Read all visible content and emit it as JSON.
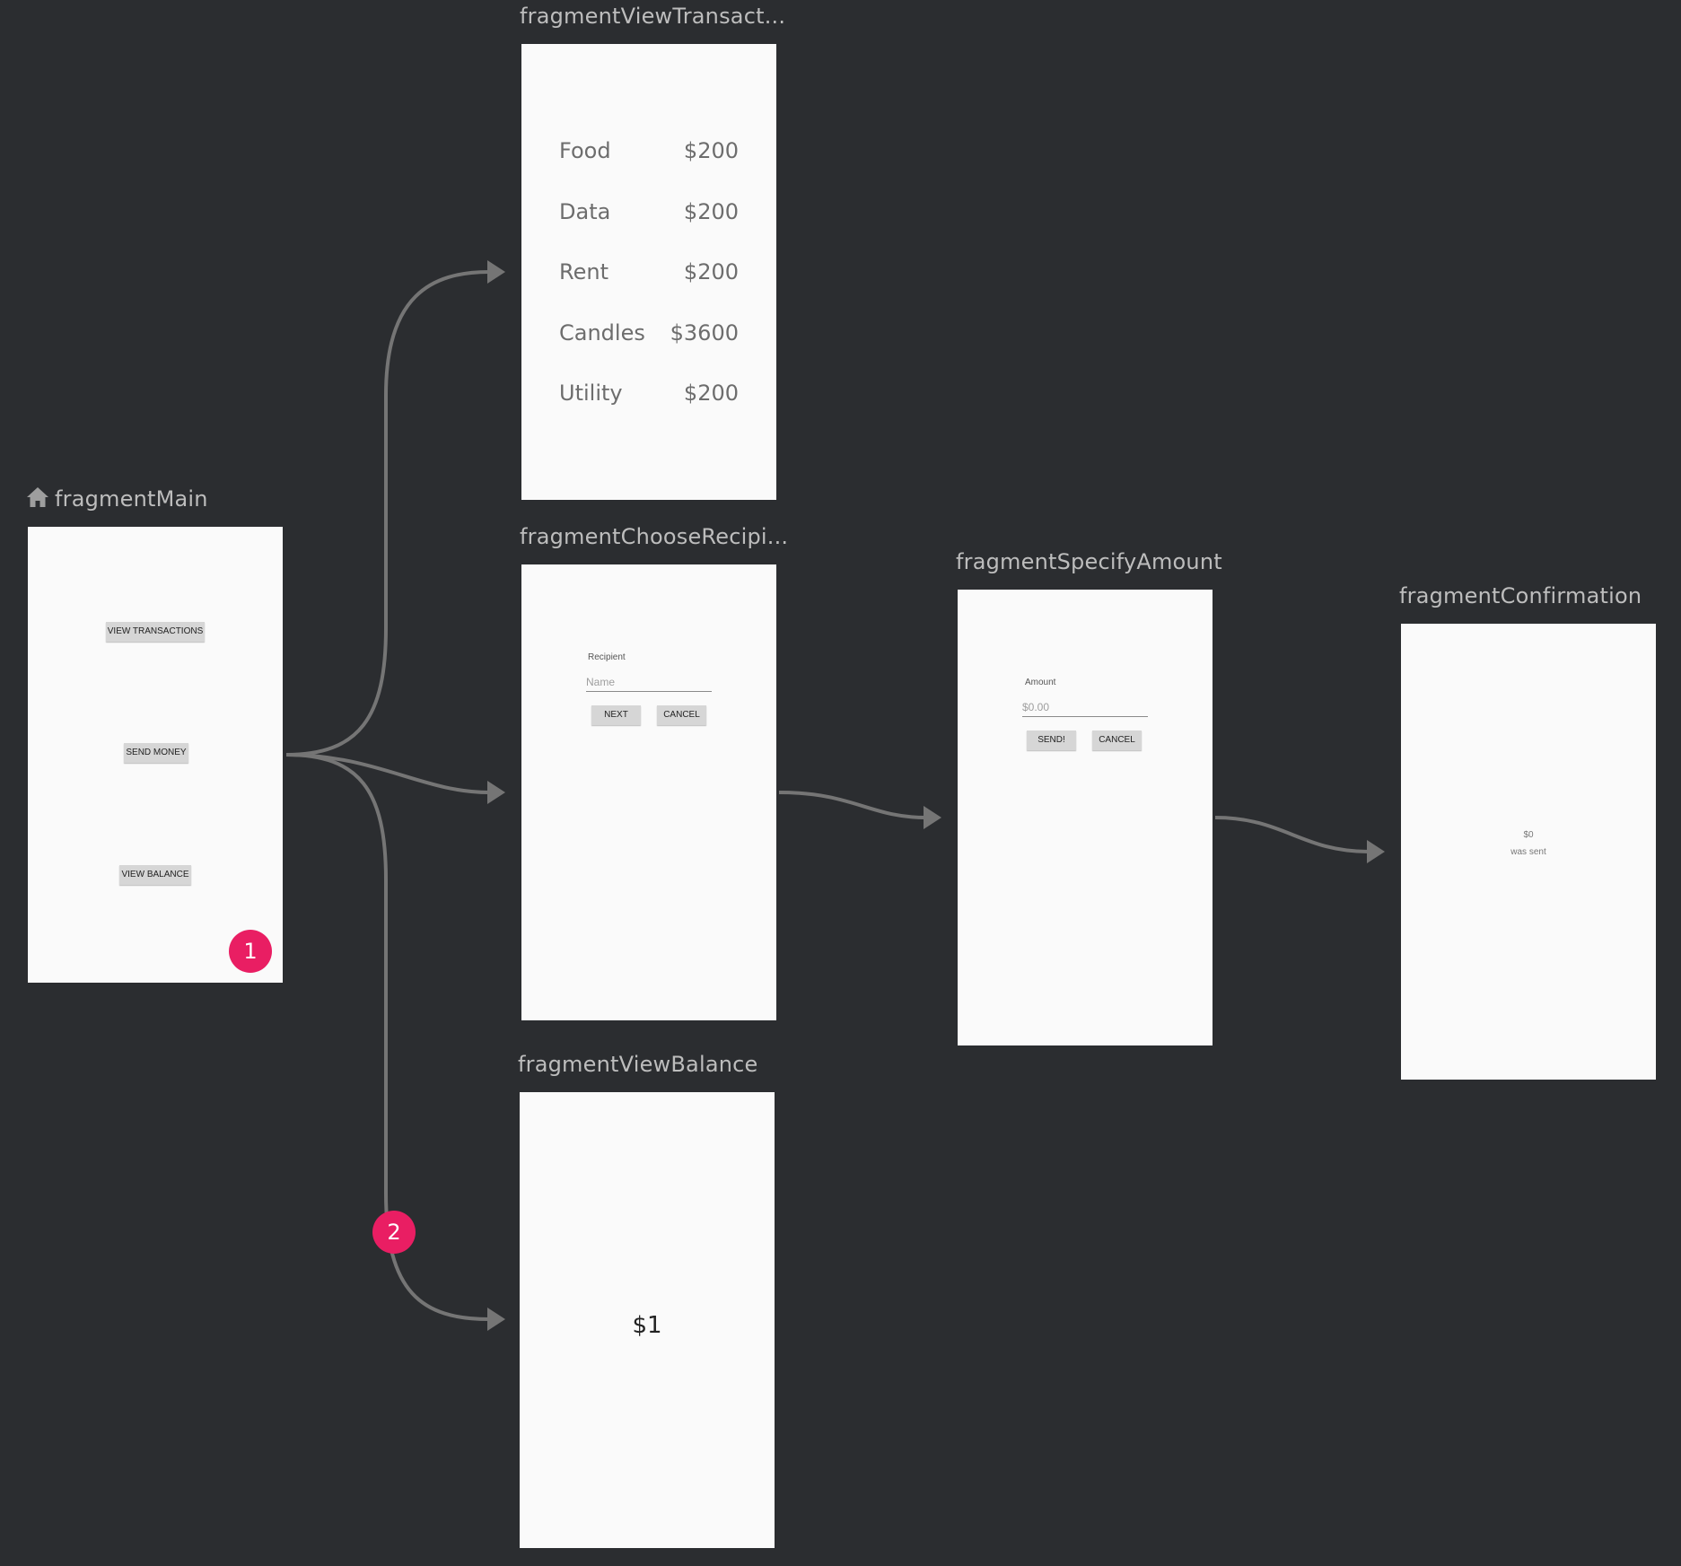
{
  "destinations": {
    "main": {
      "title": "fragmentMain",
      "buttons": [
        "VIEW TRANSACTIONS",
        "SEND MONEY",
        "VIEW BALANCE"
      ],
      "badge": "1"
    },
    "view_transactions": {
      "title": "fragmentViewTransact...",
      "rows": [
        {
          "category": "Food",
          "amount": "$200"
        },
        {
          "category": "Data",
          "amount": "$200"
        },
        {
          "category": "Rent",
          "amount": "$200"
        },
        {
          "category": "Candles",
          "amount": "$3600"
        },
        {
          "category": "Utility",
          "amount": "$200"
        }
      ]
    },
    "choose_recipient": {
      "title": "fragmentChooseRecipi...",
      "label": "Recipient",
      "placeholder": "Name",
      "next_label": "NEXT",
      "cancel_label": "CANCEL"
    },
    "view_balance": {
      "title": "fragmentViewBalance",
      "balance": "$1"
    },
    "specify_amount": {
      "title": "fragmentSpecifyAmount",
      "label": "Amount",
      "placeholder": "$0.00",
      "send_label": "SEND!",
      "cancel_label": "CANCEL"
    },
    "confirmation": {
      "title": "fragmentConfirmation",
      "amount": "$0",
      "message": "was sent"
    }
  },
  "action_badge": "2",
  "colors": {
    "background": "#2b2d30",
    "edge": "#757575",
    "badge": "#e91e63",
    "screen": "#fafafa"
  }
}
